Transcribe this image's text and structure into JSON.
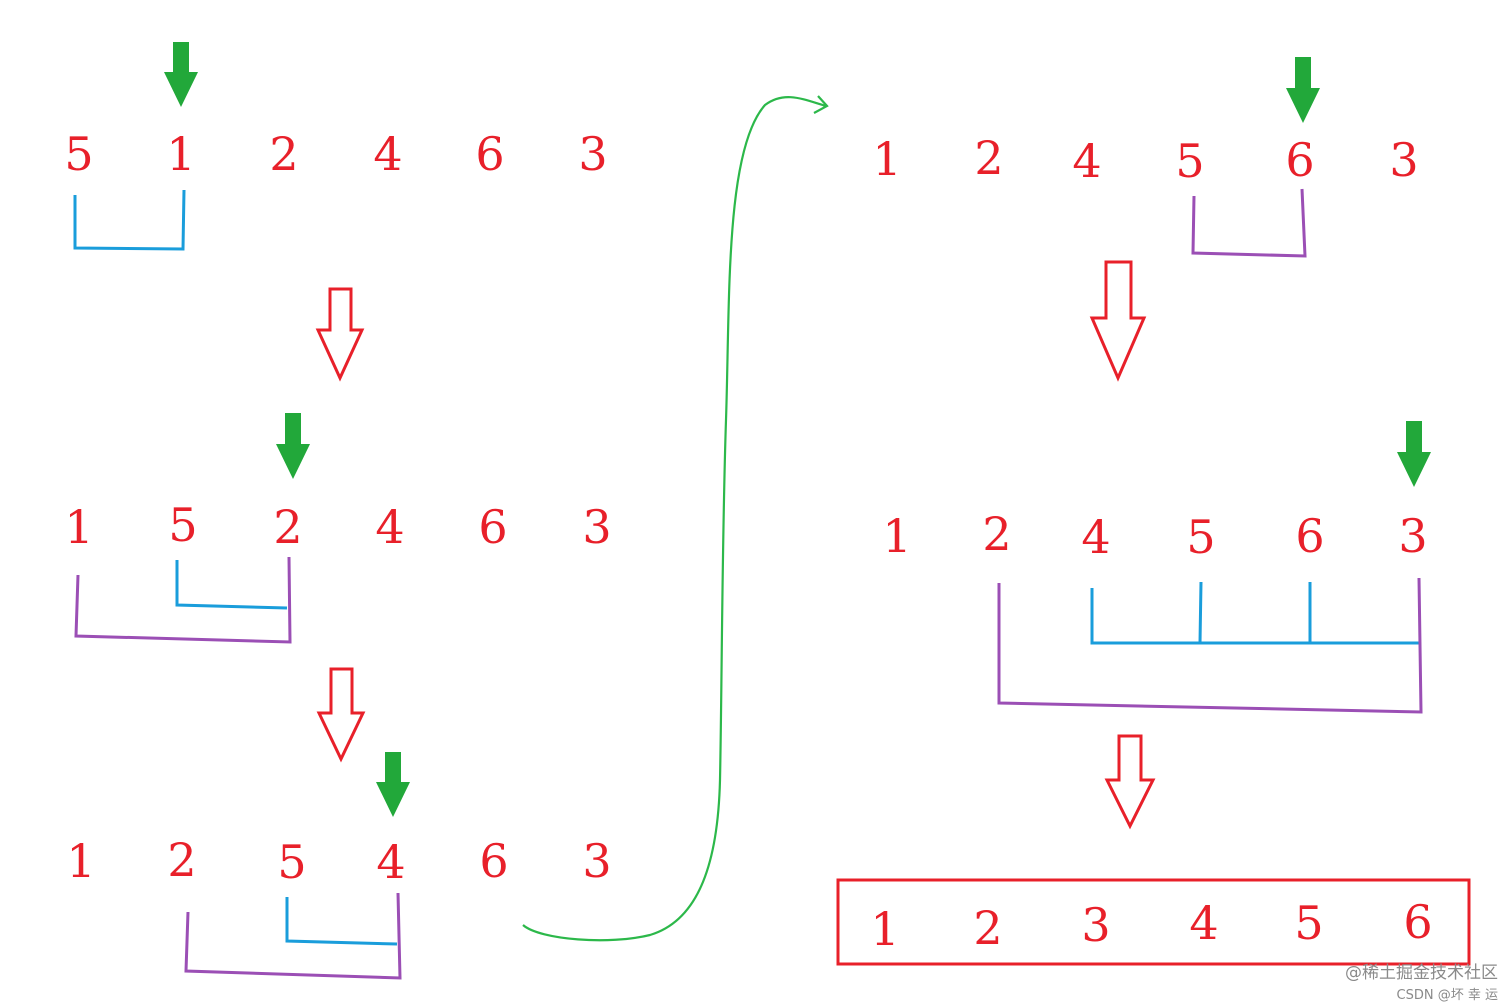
{
  "steps": [
    {
      "id": "step-1",
      "numbers": [
        "5",
        "1",
        "2",
        "4",
        "6",
        "3"
      ],
      "pointer_index": 1
    },
    {
      "id": "step-2",
      "numbers": [
        "1",
        "5",
        "2",
        "4",
        "6",
        "3"
      ],
      "pointer_index": 2
    },
    {
      "id": "step-3",
      "numbers": [
        "1",
        "2",
        "5",
        "4",
        "6",
        "3"
      ],
      "pointer_index": 3
    },
    {
      "id": "step-4",
      "numbers": [
        "1",
        "2",
        "4",
        "5",
        "6",
        "3"
      ],
      "pointer_index": 4
    },
    {
      "id": "step-5",
      "numbers": [
        "1",
        "2",
        "4",
        "5",
        "6",
        "3"
      ],
      "pointer_index": 5
    }
  ],
  "result": [
    "1",
    "2",
    "3",
    "4",
    "5",
    "6"
  ],
  "colors": {
    "numbers": "#e8202a",
    "pointer": "#22a83a",
    "bracket_inner": "#1a9ddb",
    "bracket_outer": "#9b4fb5",
    "connector": "#2cb84a"
  },
  "icons": {
    "pointer": "green-down-arrow-icon",
    "transition": "hollow-red-down-arrow-icon"
  },
  "watermark": {
    "juejin": "@稀土掘金技术社区",
    "csdn": "CSDN @坏 幸 运"
  }
}
